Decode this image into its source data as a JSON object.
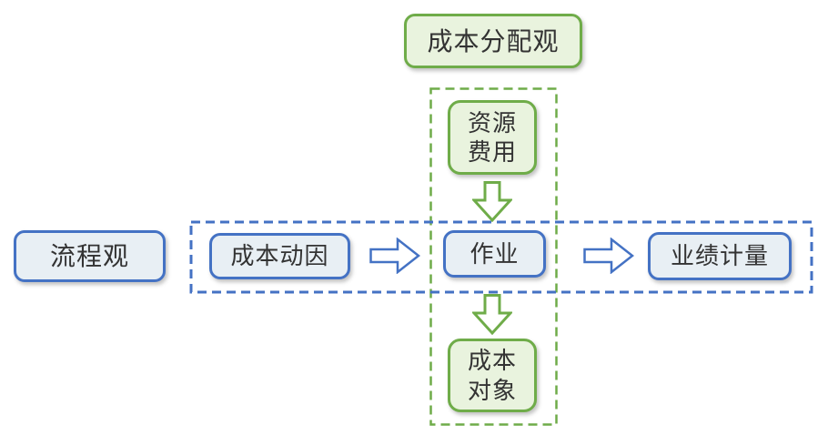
{
  "diagram": {
    "title_box_label": "成本分配观",
    "boxes": {
      "process_view": "流程观",
      "cost_driver": "成本动因",
      "activity": "作业",
      "performance_measure": "业绩计量",
      "resource_cost_lines": [
        "资源",
        "费用"
      ],
      "cost_object_lines": [
        "成本",
        "对象"
      ]
    },
    "icons": {
      "down_arrow": "down-block-arrow",
      "right_arrow": "right-block-arrow"
    },
    "colors": {
      "green_border": "#6FAC49",
      "green_fill": "#E9F3DE",
      "blue_border": "#4472C4",
      "blue_fill": "#E8EFF4",
      "text": "#333333"
    }
  }
}
